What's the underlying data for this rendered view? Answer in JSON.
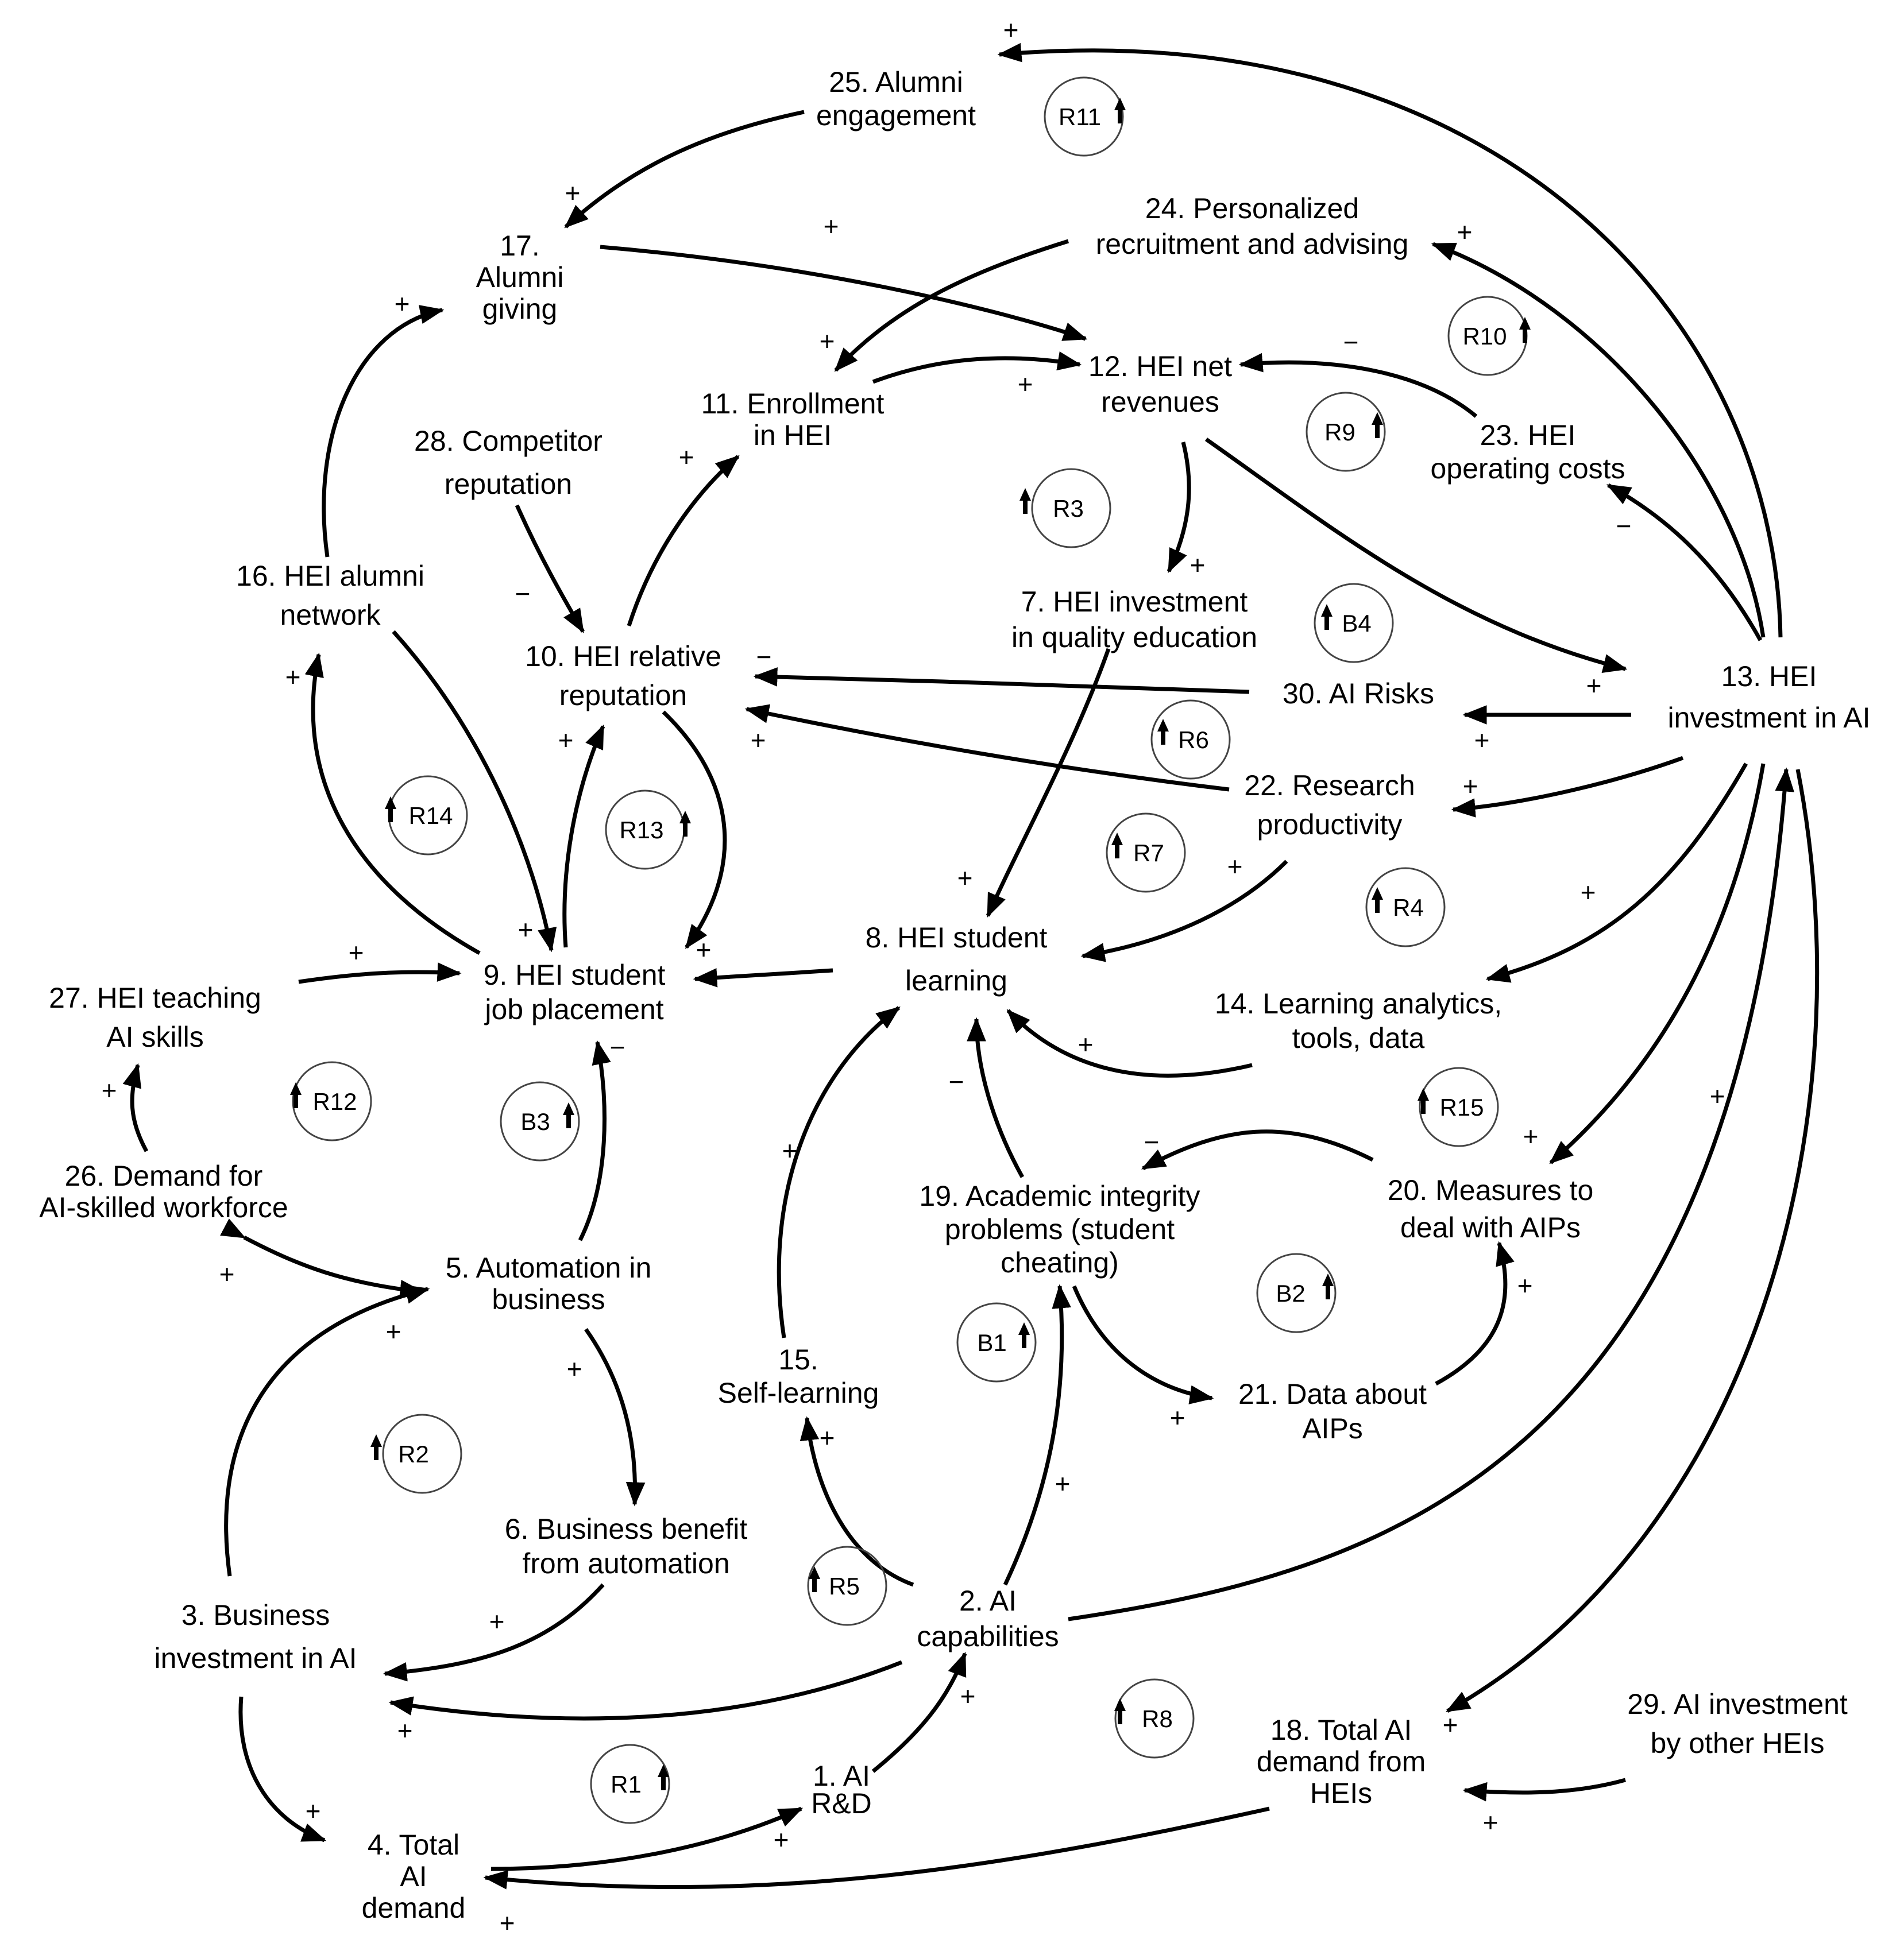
{
  "nodes": {
    "n1": [
      "1. AI",
      "R&D"
    ],
    "n2": [
      "2. AI",
      "capabilities"
    ],
    "n3": [
      "3. Business",
      "investment in AI"
    ],
    "n4": [
      "4. Total",
      "AI",
      "demand"
    ],
    "n5": [
      "5. Automation in",
      "business"
    ],
    "n6": [
      "6. Business benefit",
      "from automation"
    ],
    "n7": [
      "7. HEI investment",
      "in quality education"
    ],
    "n8": [
      "8. HEI student",
      "learning"
    ],
    "n9": [
      "9. HEI student",
      "job placement"
    ],
    "n10": [
      "10. HEI relative",
      "reputation"
    ],
    "n11": [
      "11. Enrollment",
      "in HEI"
    ],
    "n12": [
      "12. HEI net",
      "revenues"
    ],
    "n13": [
      "13. HEI",
      "investment in AI"
    ],
    "n14": [
      "14. Learning analytics,",
      "tools, data"
    ],
    "n15": [
      "15.",
      "Self-learning"
    ],
    "n16": [
      "16. HEI alumni",
      "network"
    ],
    "n17": [
      "17.",
      "Alumni",
      "giving"
    ],
    "n18": [
      "18. Total AI",
      "demand from",
      "HEIs"
    ],
    "n19": [
      "19. Academic integrity",
      "problems (student",
      "cheating)"
    ],
    "n20": [
      "20. Measures to",
      "deal with AIPs"
    ],
    "n21": [
      "21. Data about",
      "AIPs"
    ],
    "n22": [
      "22. Research",
      "productivity"
    ],
    "n23": [
      "23. HEI",
      "operating costs"
    ],
    "n24": [
      "24. Personalized",
      "recruitment and advising"
    ],
    "n25": [
      "25. Alumni",
      "engagement"
    ],
    "n26": [
      "26. Demand for",
      "AI-skilled workforce"
    ],
    "n27": [
      "27. HEI teaching",
      "AI skills"
    ],
    "n28": [
      "28. Competitor",
      "reputation"
    ],
    "n29": [
      "29. AI investment",
      "by other HEIs"
    ],
    "n30": [
      "30. AI Risks"
    ]
  },
  "loops": {
    "R1": "R1",
    "R2": "R2",
    "R3": "R3",
    "R4": "R4",
    "R5": "R5",
    "R6": "R6",
    "R7": "R7",
    "R8": "R8",
    "R9": "R9",
    "R10": "R10",
    "R11": "R11",
    "R12": "R12",
    "R13": "R13",
    "R14": "R14",
    "R15": "R15",
    "B1": "B1",
    "B2": "B2",
    "B3": "B3",
    "B4": "B4"
  },
  "signs": {
    "plus": "+",
    "minus": "−"
  }
}
